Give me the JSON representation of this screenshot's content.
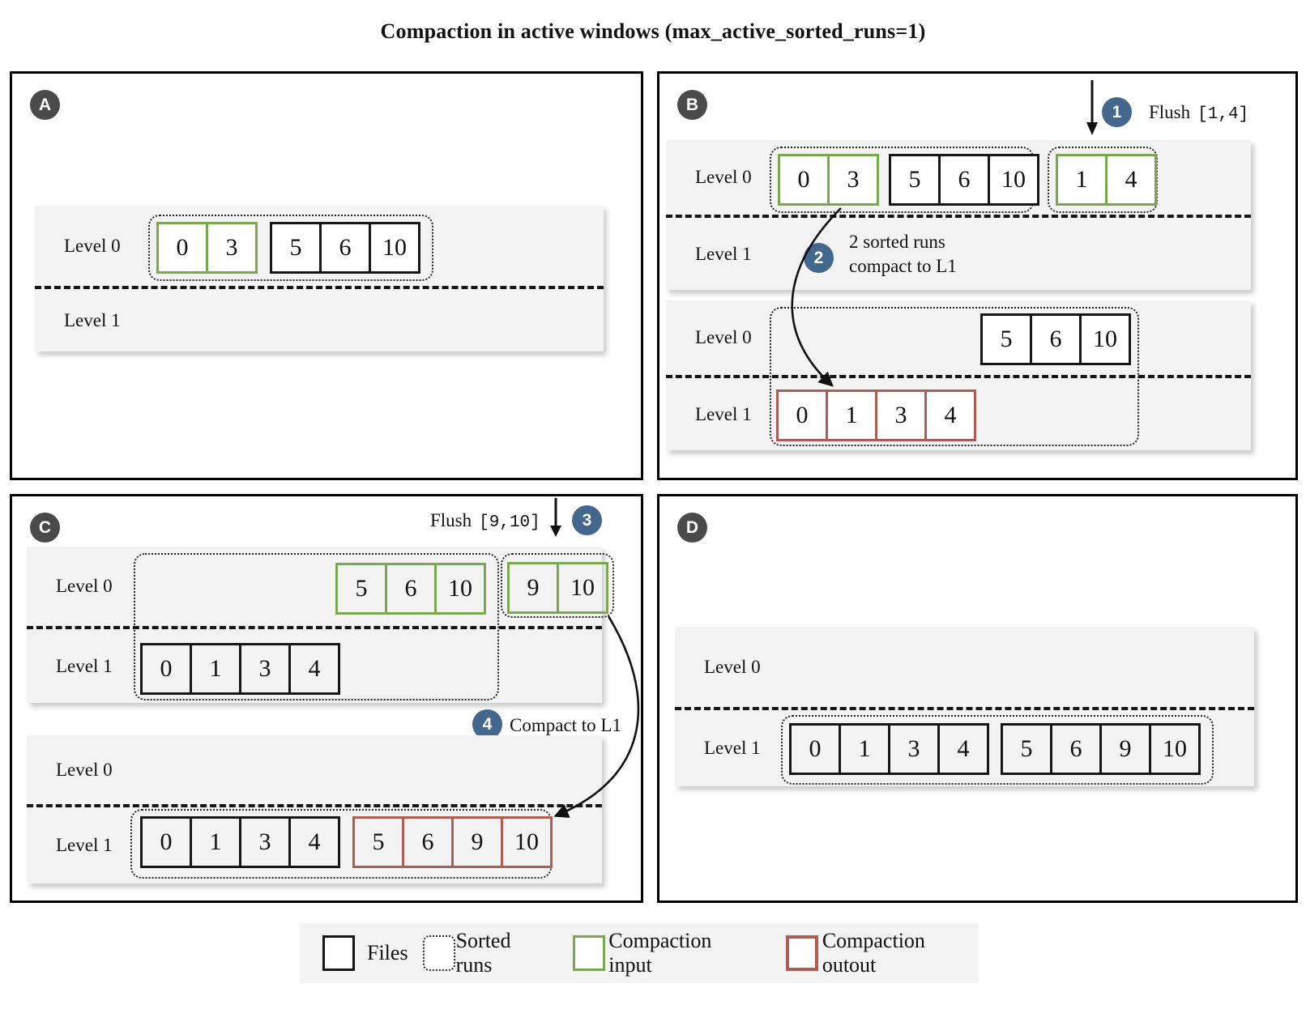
{
  "title": "Compaction in active windows (max_active_sorted_runs=1)",
  "levels": {
    "l0": "Level 0",
    "l1": "Level 1"
  },
  "panels": {
    "a": {
      "badge": "A",
      "run1": {
        "file1": [
          "0",
          "3"
        ],
        "file2": [
          "5",
          "6",
          "10"
        ]
      }
    },
    "b": {
      "badge": "B",
      "flush_step": "1",
      "flush_label": "Flush",
      "flush_range": "[1,4]",
      "compact_step": "2",
      "compact_line1": "2 sorted runs",
      "compact_line2": "compact to L1",
      "stage1": {
        "run1": {
          "file1": [
            "0",
            "3"
          ],
          "file2": [
            "5",
            "6",
            "10"
          ]
        },
        "run2": {
          "file1": [
            "1",
            "4"
          ]
        }
      },
      "stage2": {
        "run1": {
          "file1": [
            "5",
            "6",
            "10"
          ],
          "file2": [
            "0",
            "1",
            "3",
            "4"
          ]
        }
      }
    },
    "c": {
      "badge": "C",
      "flush_step": "3",
      "flush_label": "Flush",
      "flush_range": "[9,10]",
      "compact_step": "4",
      "compact_label": "Compact to L1",
      "stage1": {
        "run1": {
          "file1": [
            "5",
            "6",
            "10"
          ],
          "file2": [
            "0",
            "1",
            "3",
            "4"
          ]
        },
        "run2": {
          "file1": [
            "9",
            "10"
          ]
        }
      },
      "stage2": {
        "run1": {
          "file1": [
            "0",
            "1",
            "3",
            "4"
          ],
          "file2": [
            "5",
            "6",
            "9",
            "10"
          ]
        }
      }
    },
    "d": {
      "badge": "D",
      "stage1": {
        "run1": {
          "file1": [
            "0",
            "1",
            "3",
            "4"
          ],
          "file2": [
            "5",
            "6",
            "9",
            "10"
          ]
        }
      }
    }
  },
  "legend": {
    "files": "Files",
    "sorted_runs": "Sorted runs",
    "compaction_input": "Compaction input",
    "compaction_output": "Compaction outout"
  },
  "colors": {
    "compaction_input": "#79a84e",
    "compaction_output": "#ae5d52",
    "file_border": "#161616",
    "step_badge": "#44678e",
    "panel_badge": "#4a4a4a",
    "band_background": "#f3f3f3"
  }
}
